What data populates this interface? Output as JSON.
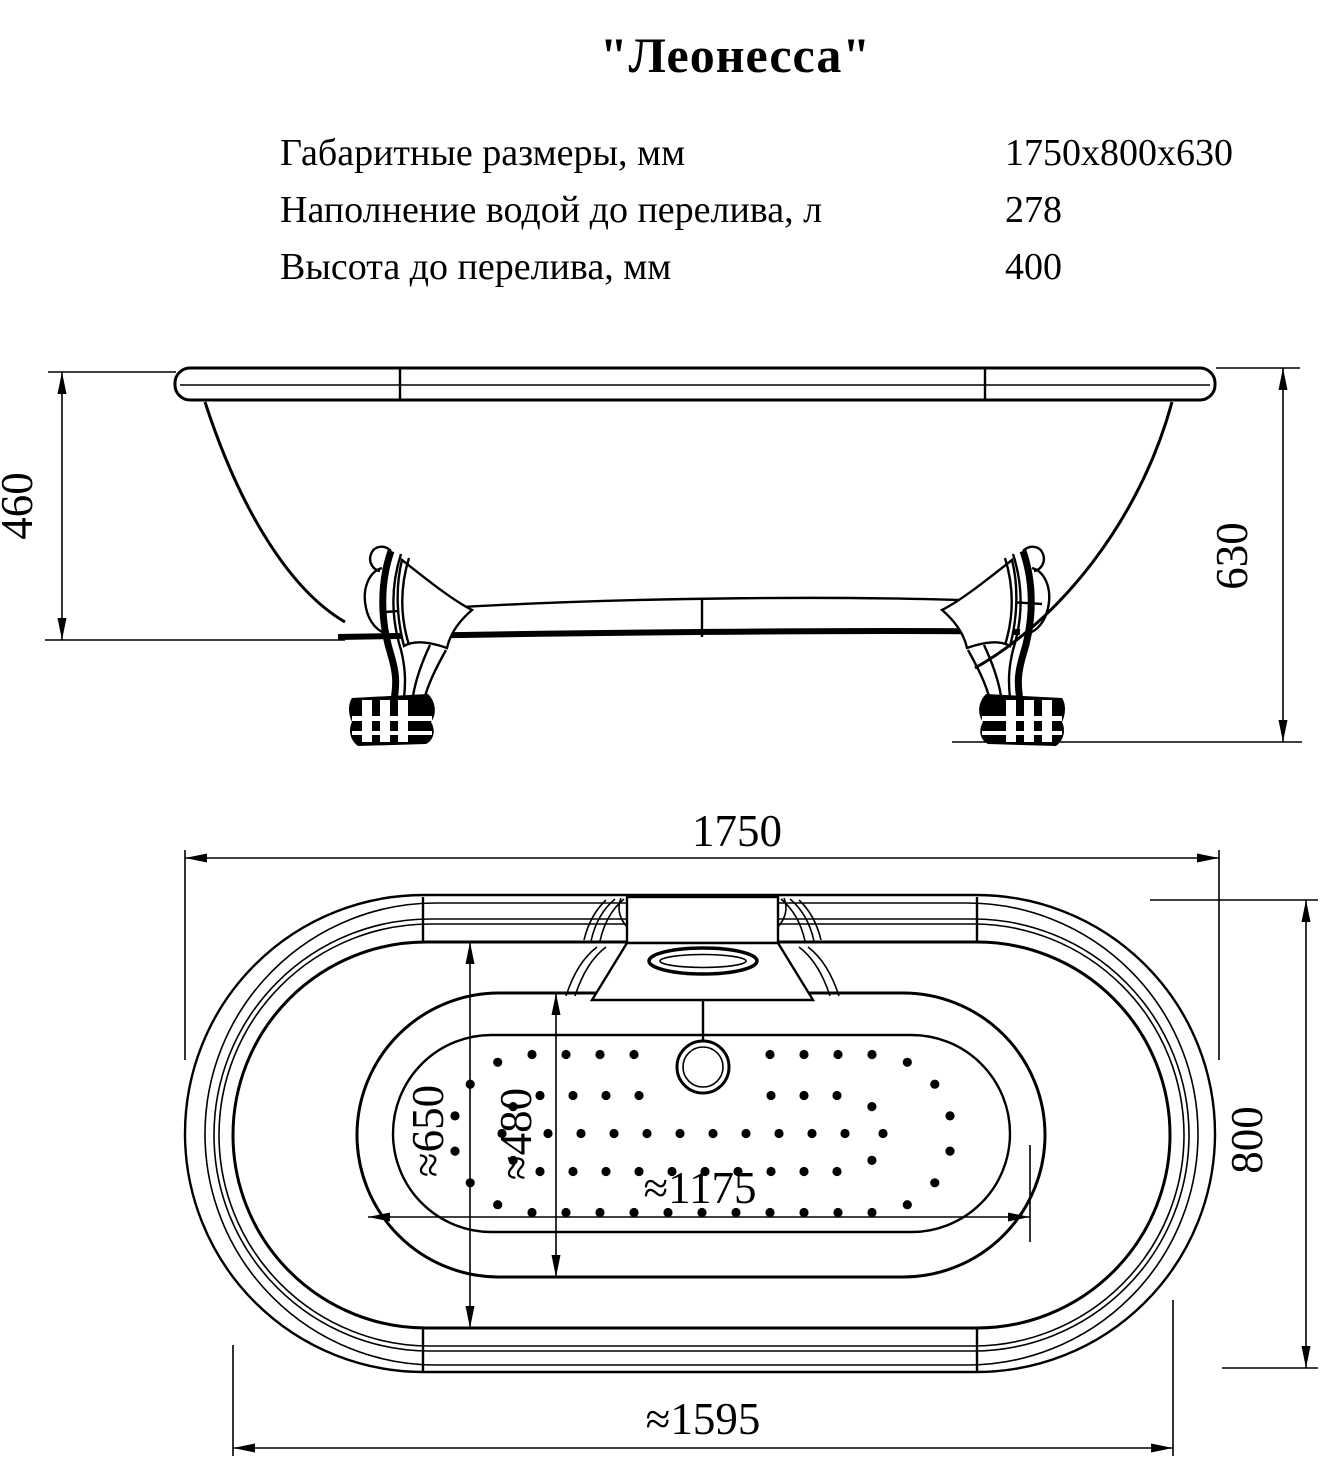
{
  "title": "\"Леонесса\"",
  "specs": {
    "rows": [
      {
        "label": "Габаритные размеры, мм",
        "value": "1750x800x630"
      },
      {
        "label": "Наполнение водой до перелива, л",
        "value": "278"
      },
      {
        "label": "Высота до перелива, мм",
        "value": "400"
      }
    ]
  },
  "side_view": {
    "dims": {
      "rim_height": "460",
      "total_height": "630"
    }
  },
  "top_view": {
    "dims": {
      "length": "1750",
      "width": "800",
      "inner_width": "≈650",
      "floor_width": "≈480",
      "floor_length": "≈1175",
      "inner_length": "≈1595"
    }
  }
}
